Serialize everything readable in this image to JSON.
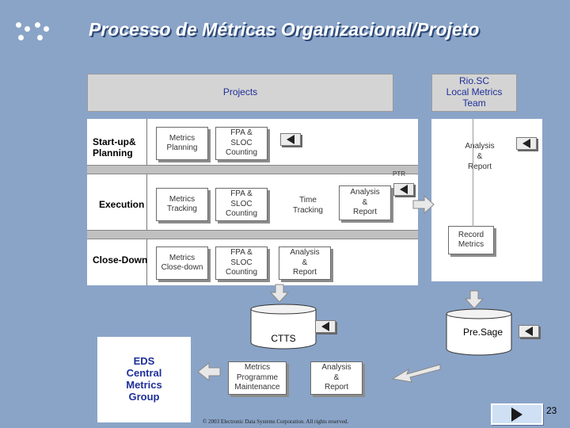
{
  "slide": {
    "title": "Processo de Métricas Organizacional/Projeto",
    "page_number": "23",
    "copyright": "© 2003 Electronic Data Systems Corporation. All rights reserved."
  },
  "header": {
    "projects_label": "Projects",
    "rio_sc_label": "Rio.SC\nLocal Metrics\nTeam",
    "ptr_label": "PTR"
  },
  "rows": {
    "startup": {
      "label": "Start-up&\nPlanning",
      "step1": "Metrics\nPlanning",
      "step2": "FPA &\nSLOC\nCounting"
    },
    "execution": {
      "label": "Execution",
      "step1": "Metrics\nTracking",
      "step2": "FPA &\nSLOC\nCounting",
      "step3": "Time\nTracking",
      "step4": "Analysis\n&\nReport"
    },
    "closedown": {
      "label": "Close-Down",
      "step1": "Metrics\nClose-down",
      "step2": "FPA &\nSLOC\nCounting",
      "step3": "Analysis\n&\nReport"
    }
  },
  "right_column": {
    "analysis_report": "Analysis\n&\nReport",
    "record_metrics": "Record\nMetrics",
    "presage": "Pre.Sage"
  },
  "bottom": {
    "ctts": "CTTS",
    "eds_group": "EDS\nCentral\nMetrics\nGroup",
    "metrics_programme": "Metrics\nProgramme\nMaintenance",
    "analysis_report": "Analysis\n&\nReport"
  }
}
